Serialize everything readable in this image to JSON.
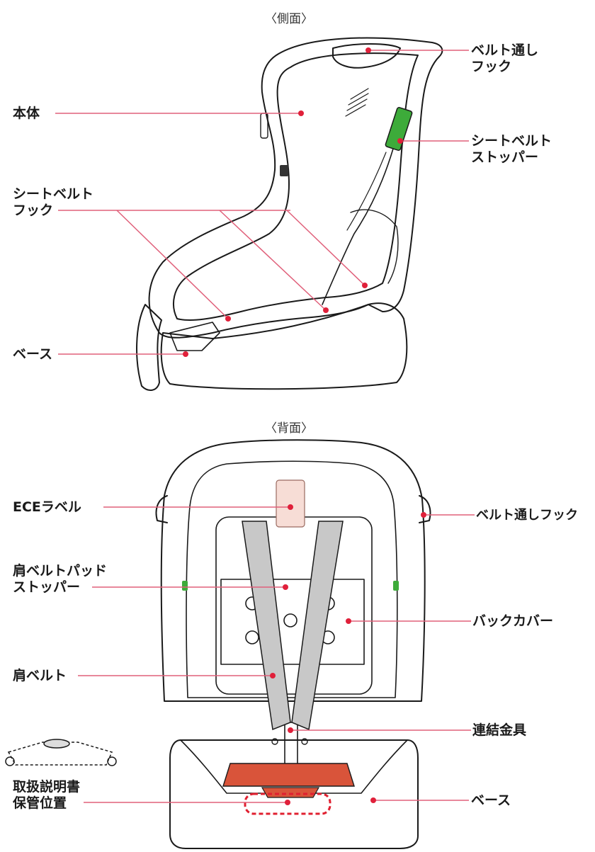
{
  "side_view": {
    "heading": "〈側面〉",
    "labels": {
      "belt_guide_hook": [
        "ベルト通し",
        "フック"
      ],
      "body": "本体",
      "seatbelt_stopper": [
        "シートベルト",
        "ストッパー"
      ],
      "seatbelt_hook": [
        "シートベルト",
        "フック"
      ],
      "base": "ベース"
    }
  },
  "back_view": {
    "heading": "〈背面〉",
    "labels": {
      "ece_label": "ECEラベル",
      "belt_guide_hook": "ベルト通しフック",
      "shoulder_pad_stopper": [
        "肩ベルトパッド",
        "ストッパー"
      ],
      "back_cover": "バックカバー",
      "shoulder_belt": "肩ベルト",
      "connector_fitting": "連結金具",
      "manual_storage": [
        "取扱説明書",
        "保管位置"
      ],
      "base": "ベース"
    }
  },
  "colors": {
    "leader_line": "#e0607a",
    "dot": "#e0203a",
    "outline": "#1a1a1a",
    "stopper_green": "#3dab3a",
    "ece_label_fill": "#f7ddd6",
    "harness_grey": "#c8c8c8",
    "base_red": "#d9543a",
    "manual_dash": "#e02030"
  }
}
